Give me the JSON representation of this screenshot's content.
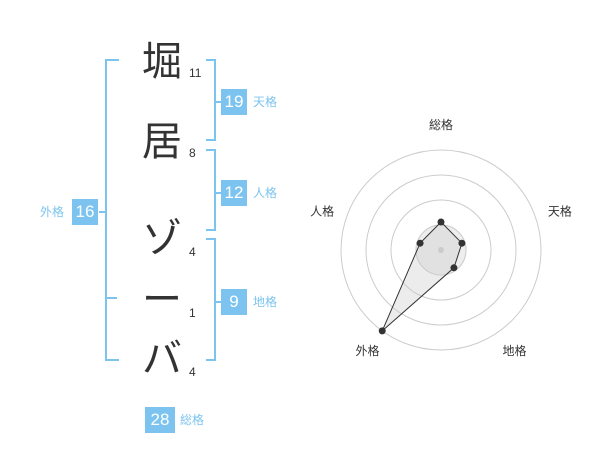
{
  "name": {
    "chars": [
      {
        "char": "堀",
        "strokes": "11"
      },
      {
        "char": "居",
        "strokes": "8"
      },
      {
        "char": "ゾ",
        "strokes": "4"
      },
      {
        "char": "ー",
        "strokes": "1"
      },
      {
        "char": "バ",
        "strokes": "4"
      }
    ]
  },
  "kaku": {
    "tenkaku": {
      "value": "19",
      "label": "天格"
    },
    "jinkaku": {
      "value": "12",
      "label": "人格"
    },
    "chikaku": {
      "value": "9",
      "label": "地格"
    },
    "gaikaku": {
      "value": "16",
      "label": "外格"
    },
    "soukaku": {
      "value": "28",
      "label": "総格"
    }
  },
  "colors": {
    "accent": "#7cc4ef",
    "text": "#333333"
  },
  "chart_data": {
    "type": "radar",
    "axes": [
      "総格",
      "天格",
      "地格",
      "外格",
      "人格"
    ],
    "values": [
      0.28,
      0.22,
      0.22,
      1.0,
      0.22
    ],
    "rings": 4,
    "range": [
      0,
      1
    ]
  }
}
